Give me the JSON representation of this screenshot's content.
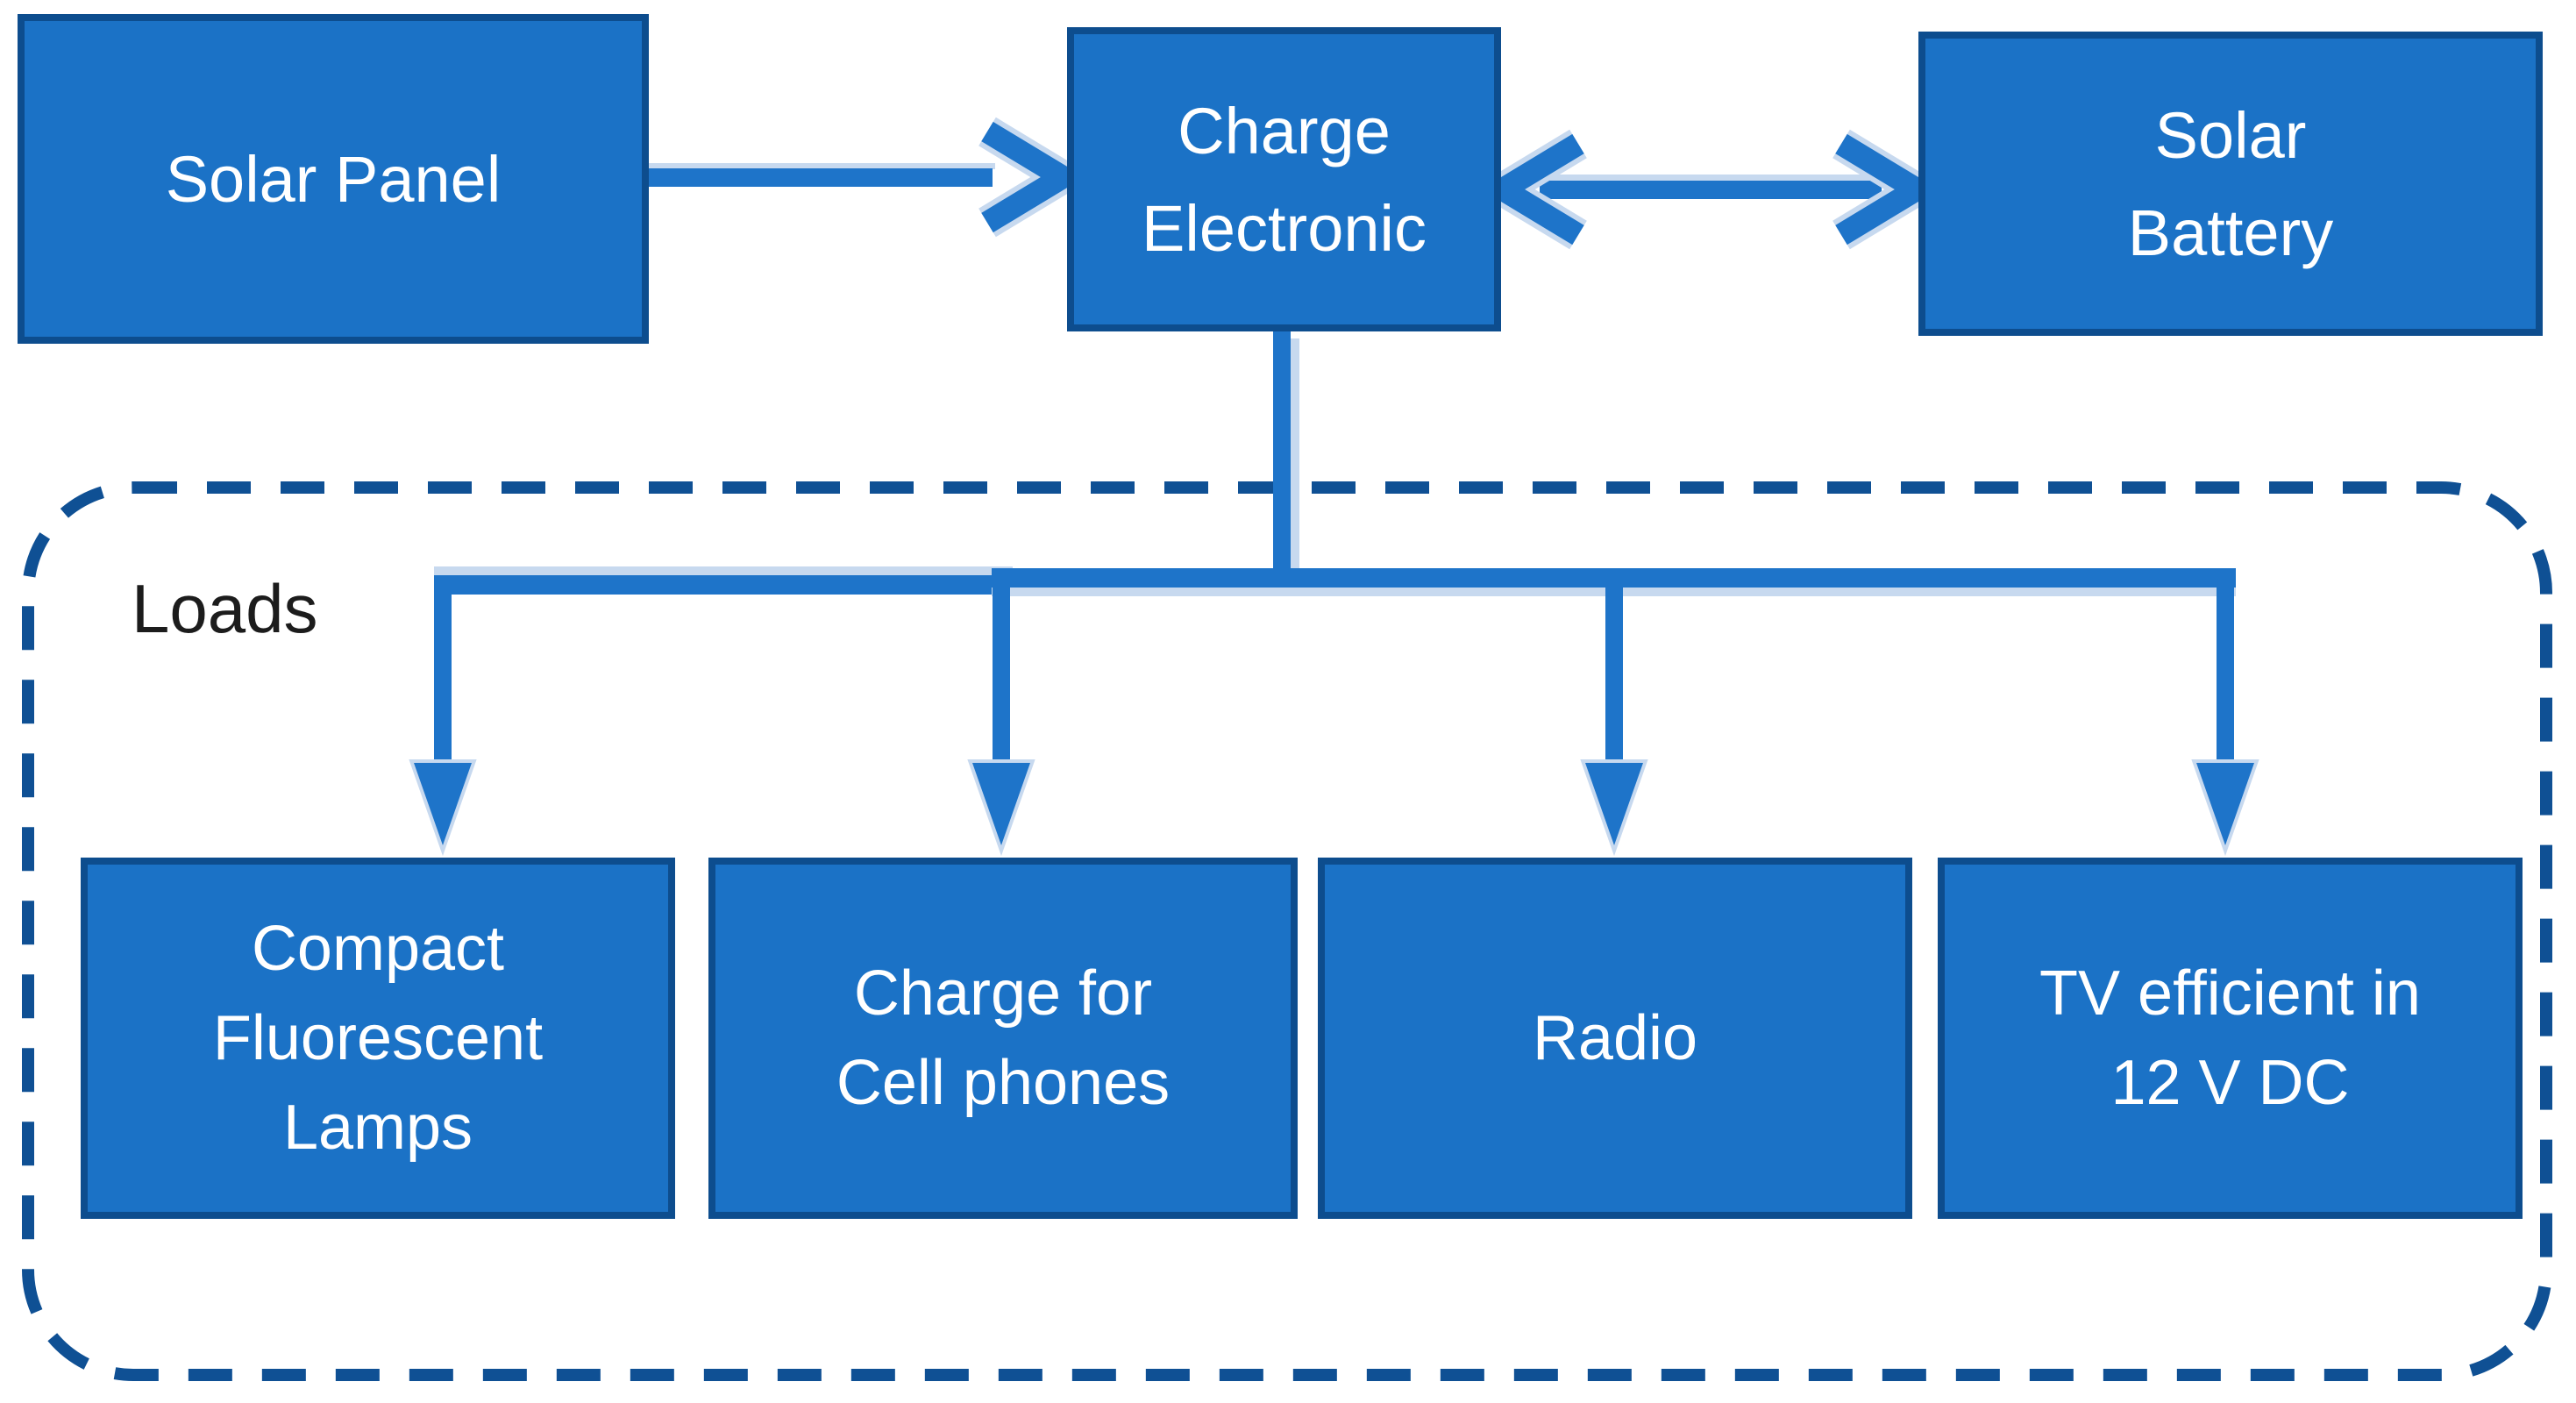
{
  "nodes": {
    "solar_panel": {
      "label": "Solar Panel"
    },
    "charge_electronic": {
      "label": "Charge\nElectronic"
    },
    "solar_battery": {
      "label": "Solar\nBattery"
    },
    "cfl": {
      "label": "Compact\nFluorescent\nLamps"
    },
    "cell_phones": {
      "label": "Charge for\nCell phones"
    },
    "radio": {
      "label": "Radio"
    },
    "tv": {
      "label": "TV efficient in\n12 V DC"
    }
  },
  "loads_group": {
    "label": "Loads"
  },
  "edges": [
    {
      "from": "solar_panel",
      "to": "charge_electronic",
      "type": "arrow"
    },
    {
      "from": "charge_electronic",
      "to": "solar_battery",
      "type": "double-arrow"
    },
    {
      "from": "charge_electronic",
      "to": "cfl",
      "type": "arrow"
    },
    {
      "from": "charge_electronic",
      "to": "cell_phones",
      "type": "arrow"
    },
    {
      "from": "charge_electronic",
      "to": "radio",
      "type": "arrow"
    },
    {
      "from": "charge_electronic",
      "to": "tv",
      "type": "arrow"
    }
  ],
  "colors": {
    "background": "#FFFFFF",
    "node_fill": "#1B72C6",
    "node_border": "#0D4D8E",
    "node_text": "#FFFFFF",
    "connector": "#1E74C9",
    "connector_halo": "#C7D9EF",
    "dashed_border": "#0F5094",
    "loads_text": "#1C1C1C"
  }
}
